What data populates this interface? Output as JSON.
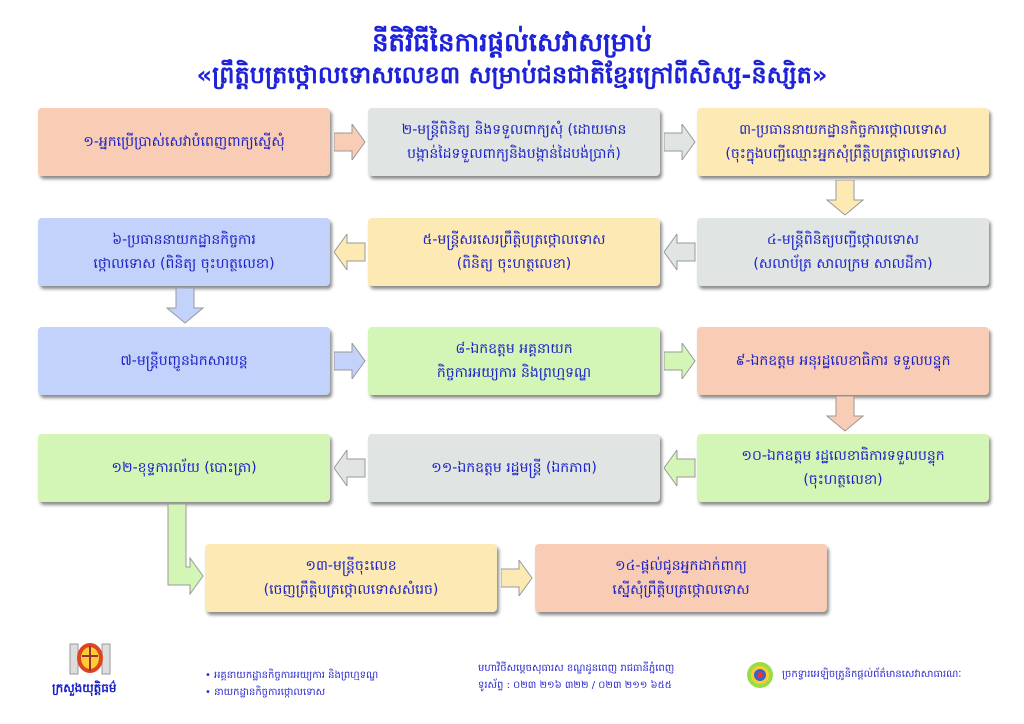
{
  "title": {
    "line1": "នីតិវិធីនៃការផ្តល់សេវាសម្រាប់",
    "line2": "«ព្រឹត្តិបត្រថ្កោលទោសលេខ៣ សម្រាប់ជនជាតិខ្មែរក្រៅពីសិស្ស-និស្សិត»"
  },
  "steps": [
    {
      "l1": "១-អ្នកប្រើប្រាស់សេវាបំពេញពាក្យស្នើសុំ",
      "l2": ""
    },
    {
      "l1": "២-មន្ត្រីពិនិត្យ និងទទួលពាក្យសុំ (ដោយមាន",
      "l2": "បង្កាន់ដៃទទួលពាក្យនិងបង្កាន់ដៃបង់ប្រាក់)"
    },
    {
      "l1": "៣-ប្រធាននាយកដ្ឋានកិច្ចការថ្កោលទោស",
      "l2": "(ចុះក្នុងបញ្ជីឈ្មោះអ្នកសុំព្រឹត្តិបត្រថ្កោលទោស)"
    },
    {
      "l1": "៤-មន្ត្រីពិនិត្យបញ្ជីថ្កោលទោស",
      "l2": "(សលាប័ត្រ សាលក្រម សាលដីកា)"
    },
    {
      "l1": "៥-មន្ត្រីសរសេរព្រឹត្តិបត្រថ្កោលទោស",
      "l2": "(ពិនិត្យ ចុះហត្ថលេខា)"
    },
    {
      "l1": "៦-ប្រធាននាយកដ្ឋានកិច្ចការ",
      "l2": "ថ្កោលទោស (ពិនិត្យ ចុះហត្ថលេខា)"
    },
    {
      "l1": "៧-មន្ត្រីបញ្ជូនឯកសារបន្ត",
      "l2": ""
    },
    {
      "l1": "៨-ឯកឧត្តម អគ្គនាយក",
      "l2": "កិច្ចការអយ្យការ និងព្រហ្មទណ្ឌ"
    },
    {
      "l1": "៩-ឯកឧត្តម អនុរដ្ឋលេខាធិការ ទទួលបន្ទុក",
      "l2": ""
    },
    {
      "l1": "១០-ឯកឧត្តម រដ្ឋលេខាធិការទទួលបន្ទុក",
      "l2": "(ចុះហត្ថលេខា)"
    },
    {
      "l1": "១១-ឯកឧត្តម រដ្ឋមន្ត្រី (ឯកភាព)",
      "l2": ""
    },
    {
      "l1": "១២-ខុទ្ទការល័យ (បោះត្រា)",
      "l2": ""
    },
    {
      "l1": "១៣-មន្ត្រីចុះលេខ",
      "l2": "(ចេញព្រឹត្តិបត្រថ្កោលទោសសំរេច)"
    },
    {
      "l1": "១៤-ផ្តល់ជូនអ្នកដាក់ពាក្យ",
      "l2": "ស្នើសុំព្រឹត្តិបត្រថ្កោលទោស"
    }
  ],
  "footer": {
    "ministry": "ក្រសួងយុត្តិធម៌",
    "dept1": "• អគ្គនាយកដ្ឋានកិច្ចការអយ្យការ និងព្រហ្មទណ្ឌ",
    "dept2": "• នាយកដ្ឋានកិច្ចការថ្កោលទោស",
    "address": "មហាវិថីសម្តេចសុធារស ខណ្ឌដូនពេញ រាជធានីភ្នំពេញ",
    "phone": "ទូរស័ព្ទ : ០២៣ ២១៦ ៣២២ / ០២៣ ២១១ ៦៥៥",
    "info_window": "ច្រកទ្វារអេឡិចត្រូនិកផ្តល់ព័ត៌មានសេវាសាធារណៈ"
  },
  "colors": {
    "text": "#1b22c8",
    "salmon": "#f9cdb5",
    "gray": "#e0e5e3",
    "yellow": "#fde9b3",
    "blue": "#c3d2fa",
    "green": "#d3f6b6"
  }
}
